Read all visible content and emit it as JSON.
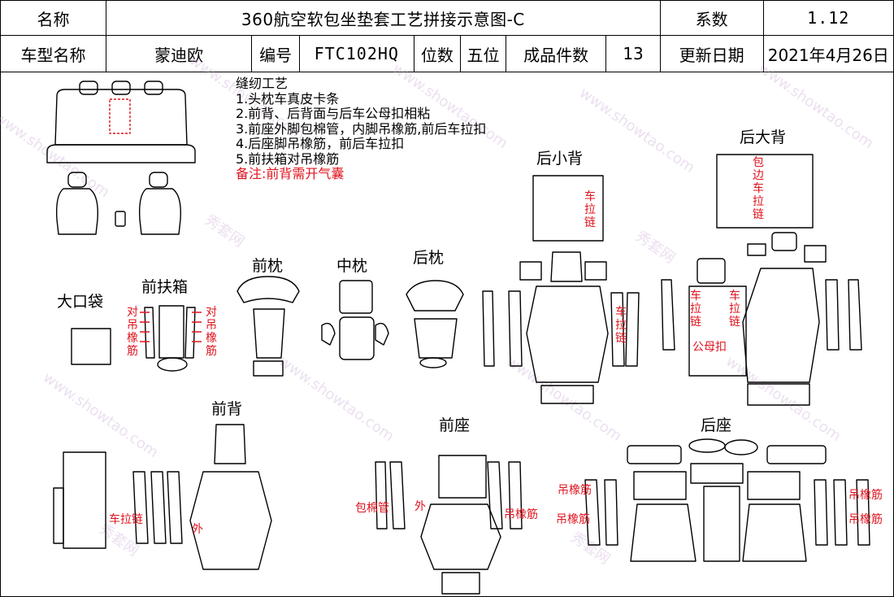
{
  "header": {
    "name_label": "名称",
    "title": "360航空软包坐垫套工艺拼接示意图-C",
    "coef_label": "系数",
    "coef_value": "1.12",
    "model_label": "车型名称",
    "model_value": "蒙迪欧",
    "code_label": "编号",
    "code_value": "FTC102HQ",
    "seats_label": "位数",
    "seats_value": "五位",
    "pieces_label": "成品件数",
    "pieces_value": "13",
    "date_label": "更新日期",
    "date_value": "2021年4月26日"
  },
  "notes": {
    "title": "缝纫工艺",
    "items": [
      "1.头枕车真皮卡条",
      "2.前背、后背面与后车公母扣相粘",
      "3.前座外脚包棉管，内脚吊橡筋,前后车拉扣",
      "4.后座脚吊橡筋，前后车拉扣",
      "5.前扶箱对吊橡筋"
    ],
    "remark": "备注:前背需开气囊"
  },
  "sections": {
    "big_pocket": "大口袋",
    "front_armrest": "前扶箱",
    "front_pillow": "前枕",
    "mid_pillow": "中枕",
    "rear_pillow": "后枕",
    "rear_small_back": "后小背",
    "rear_big_back": "后大背",
    "front_back": "前背",
    "front_seat": "前座",
    "rear_seat": "后座"
  },
  "annotations": {
    "armrest_left": "对吊橡筋",
    "armrest_right": "对吊橡筋",
    "small_back_zipper_top": "车拉链",
    "small_back_zipper_side": "车拉链",
    "big_back_airbag": "包边车拉链",
    "big_back_zip_left": "车拉链",
    "big_back_zip_right": "车拉链",
    "big_back_snap": "公母扣",
    "front_back_zipper": "车拉链",
    "front_back_outer": "外",
    "front_seat_tube": "包棉管",
    "front_seat_outer": "外",
    "front_seat_elastic": "吊橡筋",
    "rear_seat_elastic_1": "吊橡筋",
    "rear_seat_elastic_2": "吊橡筋",
    "rear_seat_elastic_3": "吊橡筋",
    "rear_seat_elastic_4": "吊橡筋"
  },
  "watermark": {
    "text_cn": "秀套网",
    "text_en": "www.showtao.com"
  },
  "colors": {
    "annotation": "#e0141e",
    "line": "#000000",
    "watermark": "#c9a5d6"
  }
}
